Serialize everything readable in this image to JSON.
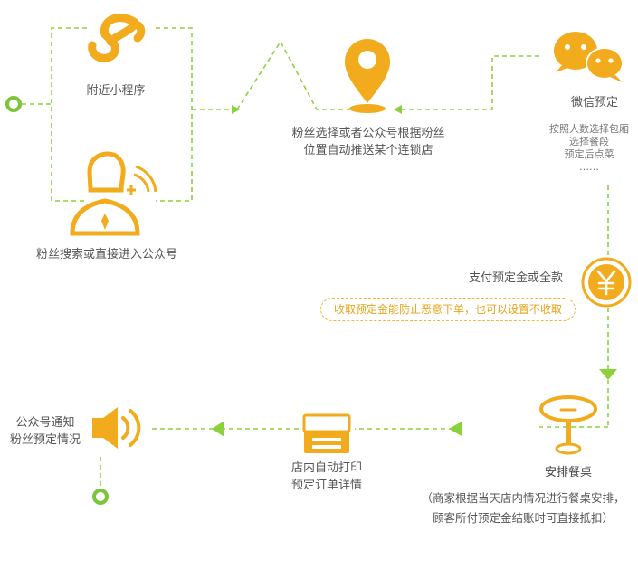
{
  "colors": {
    "accent": "#f1ab1c",
    "line": "#8bd13c",
    "text": "#555555",
    "note": "#e8a21b"
  },
  "nodes": {
    "mini_program": {
      "label": "附近小程序",
      "icon": "mini-program-icon"
    },
    "official_account": {
      "label": "粉丝搜索或直接进入公众号",
      "icon": "user-plus-icon"
    },
    "location": {
      "lines": [
        "粉丝选择或者公众号根据粉丝",
        "位置自动推送某个连锁店"
      ],
      "icon": "map-pin-icon"
    },
    "wechat": {
      "label": "微信预定",
      "details": [
        "按照人数选择包厢",
        "选择餐段",
        "预定后点菜",
        "……"
      ],
      "icon": "wechat-icon"
    },
    "payment": {
      "label": "支付预定金或全款",
      "note": "收取预定金能防止恶意下单，也可以设置不收取",
      "icon": "yen-icon"
    },
    "table": {
      "label": "安排餐桌",
      "details": [
        "（商家根据当天店内情况进行餐桌安排，",
        "顾客所付预定金结账时可直接抵扣）"
      ],
      "icon": "table-icon"
    },
    "printer": {
      "lines": [
        "店内自动打印",
        "预定订单详情"
      ],
      "icon": "printer-icon"
    },
    "notify": {
      "lines": [
        "公众号通知",
        "粉丝预定情况"
      ],
      "icon": "speaker-icon"
    }
  }
}
